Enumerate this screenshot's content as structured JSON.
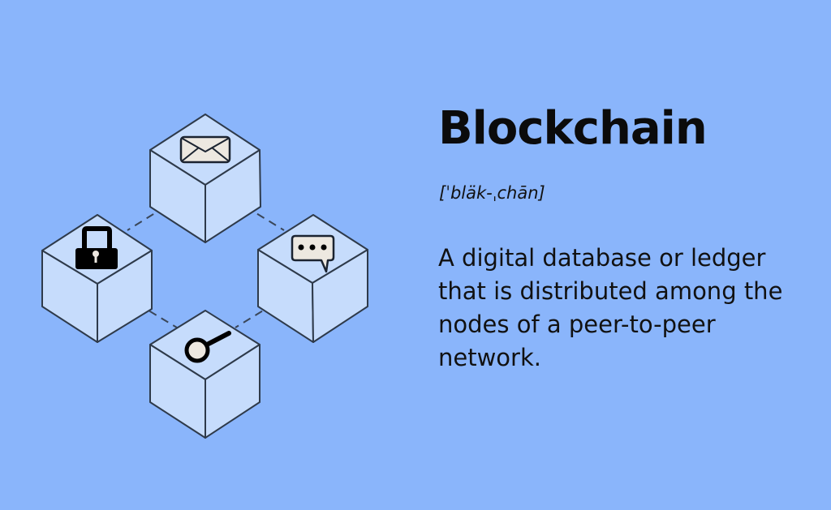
{
  "colors": {
    "background": "#8ab5fb",
    "cube_face": "#c6dcfc",
    "cube_stroke": "#2e3a4a",
    "icon_fill": "#ede8e0",
    "icon_dark": "#000000"
  },
  "diagram": {
    "nodes": [
      {
        "id": "top",
        "icon": "envelope-icon"
      },
      {
        "id": "left",
        "icon": "lock-icon"
      },
      {
        "id": "right",
        "icon": "chat-bubble-icon"
      },
      {
        "id": "bottom",
        "icon": "magnifier-icon"
      }
    ],
    "links": [
      [
        "top",
        "left"
      ],
      [
        "top",
        "right"
      ],
      [
        "left",
        "bottom"
      ],
      [
        "right",
        "bottom"
      ]
    ]
  },
  "text": {
    "title": "Blockchain",
    "pronunciation": "[ˈbläk-ˌchān]",
    "definition": "A digital database or ledger that is distributed among the nodes of a peer-to-peer network."
  }
}
